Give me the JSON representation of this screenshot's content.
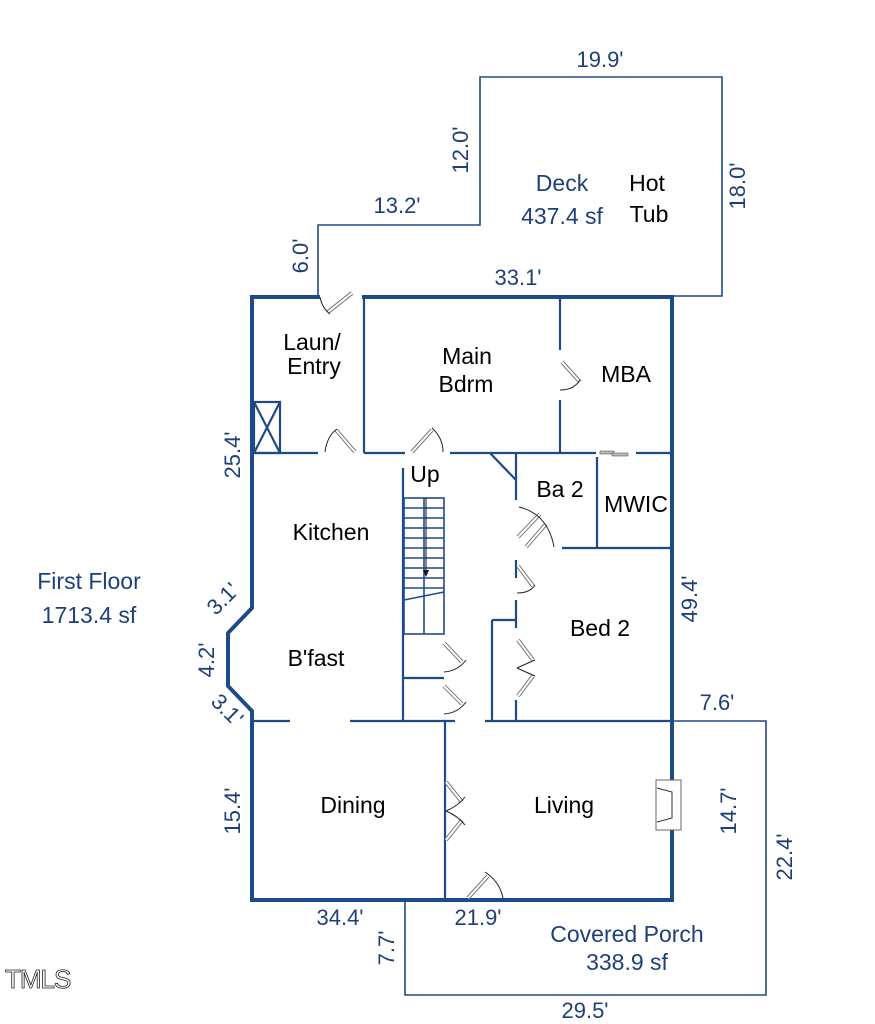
{
  "floor": {
    "name": "First Floor",
    "area": "1713.4 sf"
  },
  "areas": {
    "deck": {
      "name": "Deck",
      "area": "437.4 sf",
      "feature": [
        "Hot",
        "Tub"
      ]
    },
    "porch": {
      "name": "Covered Porch",
      "area": "338.9 sf"
    }
  },
  "rooms": {
    "laundry": [
      "Laun/",
      "Entry"
    ],
    "main_bdrm": [
      "Main",
      "Bdrm"
    ],
    "mba": "MBA",
    "stairs": "Up",
    "ba2": "Ba 2",
    "mwic": "MWIC",
    "kitchen": "Kitchen",
    "bfast": "B'fast",
    "bed2": "Bed 2",
    "dining": "Dining",
    "living": "Living"
  },
  "dimensions": {
    "deck_top": "19.9'",
    "deck_step_vertical": "12.0'",
    "deck_step_horizontal": "13.2'",
    "deck_right": "18.0'",
    "deck_left": "6.0'",
    "house_top": "33.1'",
    "laundry_left": "25.4'",
    "house_right": "49.4'",
    "bay_upper": "3.1'",
    "bay_middle": "4.2'",
    "bay_lower": "3.1'",
    "dining_left": "15.4'",
    "house_bottom_left": "34.4'",
    "house_bottom_mid": "21.9'",
    "porch_top": "7.6'",
    "living_right": "14.7'",
    "porch_right": "22.4'",
    "porch_left": "7.7'",
    "porch_bottom": "29.5'"
  },
  "logo": {
    "text": "TMLS"
  },
  "colors": {
    "wall": "#1f4a8a",
    "label_blue": "#1f3f7a",
    "room_text": "#000000"
  }
}
